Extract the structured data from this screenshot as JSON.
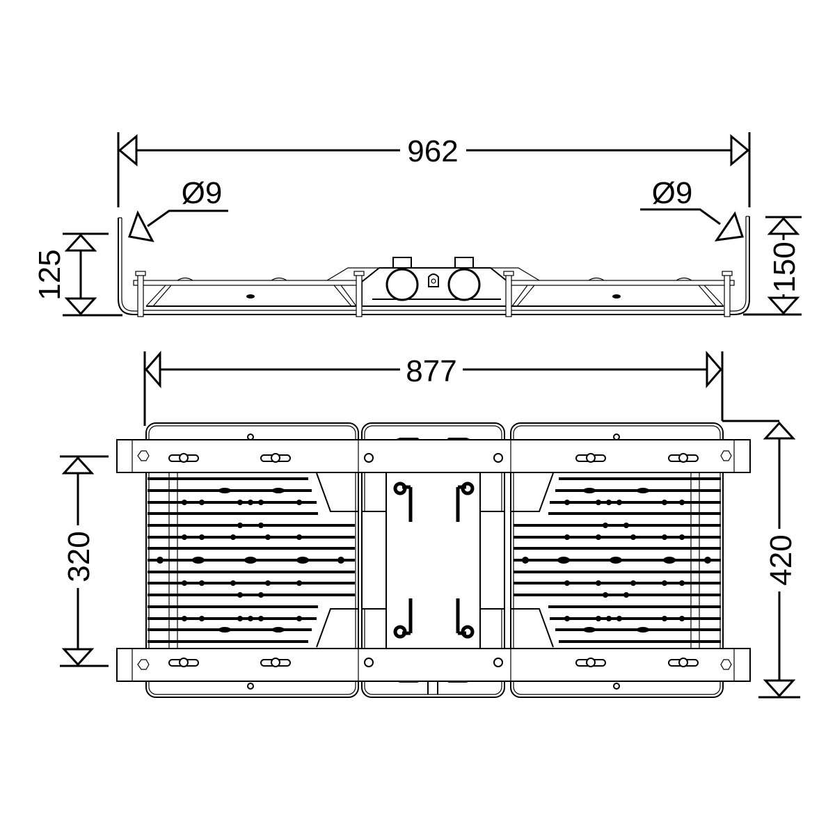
{
  "drawing": {
    "type": "technical-dimension-drawing",
    "subject": "floodlight luminaire with mounting bracket",
    "views": [
      "side-elevation",
      "top-plan"
    ],
    "line_color": "#000000",
    "background": "#ffffff"
  },
  "side_view": {
    "dimensions": {
      "overall_width": "962",
      "left_hole": "Ø9",
      "right_hole": "Ø9",
      "left_height": "125",
      "right_height": "150"
    }
  },
  "plan_view": {
    "dimensions": {
      "body_width": "877",
      "bracket_spacing": "320",
      "overall_depth": "420"
    }
  }
}
